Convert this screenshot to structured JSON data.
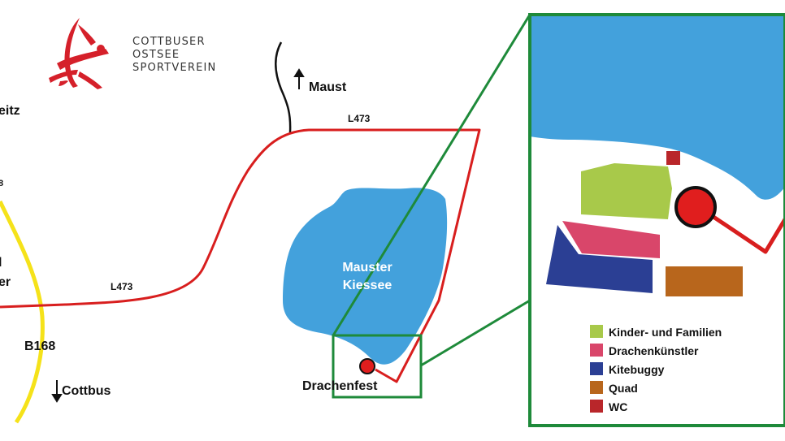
{
  "logo": {
    "line1": "COTTBUSER",
    "line2": "OSTSEE",
    "line3": "SPORTVEREIN",
    "color": "#d5202a"
  },
  "map": {
    "places": {
      "maust": "Maust",
      "cottbus": "Cottbus",
      "peitz_partial": "eitz",
      "left_partial_1": "l",
      "left_partial_2": "er",
      "b_partial": "8"
    },
    "roads": {
      "l473_top": "L473",
      "l473_left": "L473",
      "b168": "B168"
    },
    "lake": {
      "line1": "Mauster",
      "line2": "Kiessee"
    },
    "event": "Drachenfest",
    "arrows": {
      "maust": "up-arrow",
      "cottbus": "down-arrow"
    }
  },
  "legend": {
    "items": [
      {
        "label": "Kinder- und Familien",
        "color": "#a8c94a"
      },
      {
        "label": "Drachenkünstler",
        "color": "#d9466a"
      },
      {
        "label": "Kitebuggy",
        "color": "#2b3f94"
      },
      {
        "label": "Quad",
        "color": "#b8661c"
      },
      {
        "label": "WC",
        "color": "#b9262a"
      }
    ]
  },
  "colors": {
    "road_red": "#d81e1e",
    "road_yellow": "#f5e21a",
    "water": "#43a1dc",
    "frame_green": "#1e8a3a",
    "marker": "#e01e1e"
  }
}
